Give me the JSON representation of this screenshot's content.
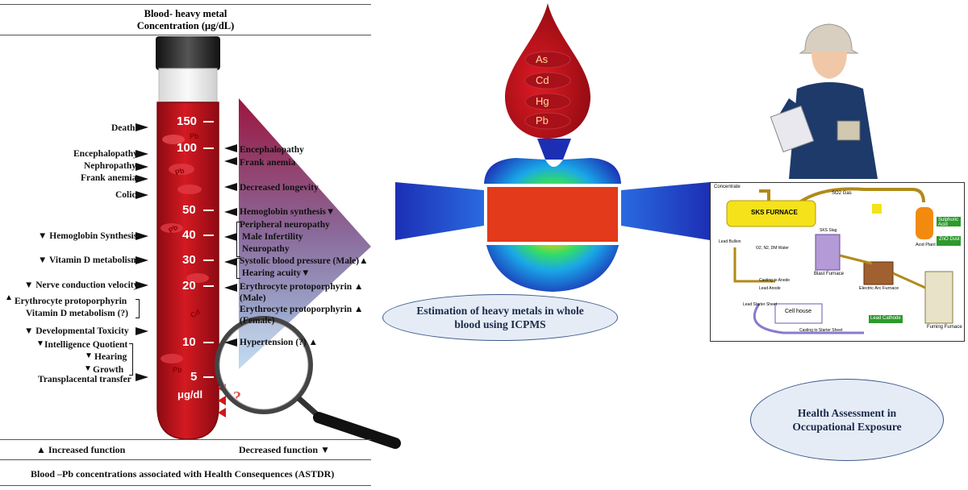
{
  "header": {
    "line1": "Blood- heavy metal",
    "line2": "Concentration (μg/dL)"
  },
  "footer": {
    "increased": "▲ Increased function",
    "decreased": "Decreased function ▼",
    "caption": "Blood –Pb concentrations associated with Health Consequences (ASTDR)"
  },
  "tube": {
    "ticks": [
      "150",
      "100",
      "50",
      "40",
      "30",
      "20",
      "10",
      "5"
    ],
    "unit": "μg/dl",
    "cell_labels": [
      "Pb",
      "Pb",
      "Pb",
      "Cd",
      "Pb"
    ],
    "question": "?"
  },
  "left_effects": [
    "Death",
    "Encephalopathy",
    "Nephropathy",
    "Frank anemia",
    "Colic",
    "▼ Hemoglobin Synthesis",
    "▼ Vitamin D metabolism",
    "▼ Nerve conduction velocity",
    "Erythrocyte protoporphyrin",
    "Vitamin D metabolism (?)",
    "▼ Developmental Toxicity",
    "Intelligence Quotient",
    "Hearing",
    "Growth",
    "Transplacental transfer"
  ],
  "right_effects": [
    "Encephalopathy",
    "Frank anemia",
    "Decreased longevity",
    "Hemoglobin synthesis▼",
    "Peripheral neuropathy",
    "Male Infertility",
    "Neuropathy",
    "Systolic blood pressure (Male)▲",
    "Hearing acuity▼",
    "Erythrocyte protoporphyrin ▲",
    "(Male)",
    "Erythrocyte protoporphyrin ▲",
    "(Female)",
    "Hypertension (?) ▲"
  ],
  "drop_metals": [
    "As",
    "Cd",
    "Hg",
    "Pb"
  ],
  "icpms_label": "Estimation of heavy metals in whole blood using ICPMS",
  "health_label": "Health Assessment in Occupational Exposure",
  "smelter": {
    "concentrate": "Concentrate",
    "so2": "SO2 Gas",
    "sks": "SKS FURNACE",
    "sulphuric": "Sulphuric Acid",
    "acid_plant": "Acid Plant",
    "zno": "ZnO Dust",
    "blast": "Blast Furnace",
    "electric": "Electric Arc Furnace",
    "cell": "Cell house",
    "cathode": "Lead Cathode",
    "fuming": "Fuming Furnace",
    "lead_bullion": "Lead Bullion",
    "oxygen": "O2, N2, DM Water",
    "sks_slag": "SKS Slag",
    "casting_anode": "Casting to Anode",
    "lead_anode": "Lead Anode",
    "starter": "Lead Starter Sheet",
    "casting_starter": "Casting to Starter Sheet"
  },
  "colors": {
    "blood": "#c0121b",
    "triangle_top": "#9b1640",
    "triangle_bottom": "#a9cfee",
    "oval_border": "#3b5a8c"
  }
}
